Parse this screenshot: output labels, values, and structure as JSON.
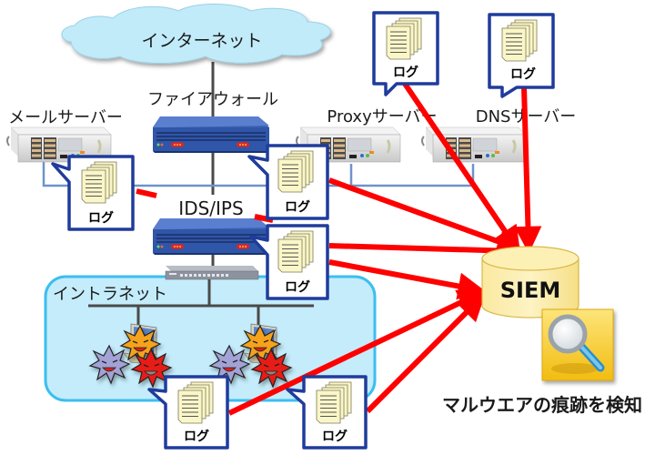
{
  "title": "SIEM malware trace detection network diagram",
  "nodes": {
    "internet": {
      "label": "インターネット"
    },
    "firewall": {
      "label": "ファイアウォール"
    },
    "mail_server": {
      "label": "メールサーバー"
    },
    "ids_ips": {
      "label": "IDS/IPS"
    },
    "proxy_server": {
      "label": "Proxyサーバー"
    },
    "dns_server": {
      "label": "DNSサーバー"
    },
    "intranet": {
      "label": "イントラネット"
    },
    "siem": {
      "label": "SIEM"
    },
    "detection": {
      "label": "マルウエアの痕跡を検知"
    }
  },
  "log_label": "ログ",
  "logs": [
    {
      "source": "mail_server",
      "label": "ログ"
    },
    {
      "source": "firewall",
      "label": "ログ"
    },
    {
      "source": "ids_ips",
      "label": "ログ"
    },
    {
      "source": "proxy_server",
      "label": "ログ"
    },
    {
      "source": "dns_server",
      "label": "ログ"
    },
    {
      "source": "client_pc_1",
      "label": "ログ"
    },
    {
      "source": "client_pc_2",
      "label": "ログ"
    }
  ],
  "icons": {
    "cloud": "cloud-icon",
    "router": "network-appliance-icon",
    "server": "rack-server-icon",
    "switch": "switch-icon",
    "laptop": "laptop-icon",
    "malware": "malware-virus-icon",
    "log": "document-stack-icon",
    "database": "database-icon",
    "magnifier": "magnifier-icon"
  },
  "colors": {
    "arrow": "#ff0000",
    "callout_border": "#1f3c9c",
    "cloud_fill": "#bfe9f9",
    "intranet_fill": "#c4ecfb",
    "intranet_border": "#3cbef0",
    "appliance": "#2f56a8",
    "siem_fill": "#fbeaa0",
    "magnifier_tile": "#f6c81c"
  }
}
